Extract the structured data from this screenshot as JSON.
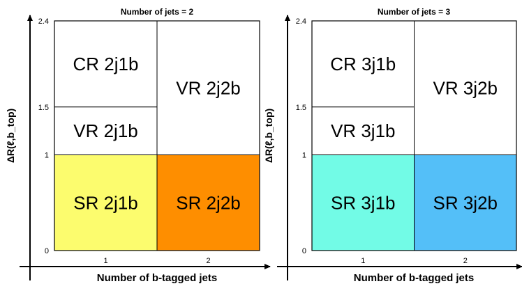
{
  "figure": {
    "panels": [
      {
        "title": "Number of jets = 2",
        "xlabel": "Number of b-tagged jets",
        "ylabel": "ΔR(ℓ,b_top)",
        "yticks": [
          {
            "value": 0,
            "label": "0"
          },
          {
            "value": 1,
            "label": "1"
          },
          {
            "value": 1.5,
            "label": "1.5"
          },
          {
            "value": 2.4,
            "label": "2.4"
          }
        ],
        "xticks": [
          {
            "value": 1,
            "label": "1"
          },
          {
            "value": 2,
            "label": "2"
          }
        ],
        "regions": [
          {
            "label": "CR 2j1b",
            "col": 1,
            "ymin": 1.5,
            "ymax": 2.4,
            "color": "#ffffff"
          },
          {
            "label": "VR 2j1b",
            "col": 1,
            "ymin": 1.0,
            "ymax": 1.5,
            "color": "#ffffff"
          },
          {
            "label": "SR 2j1b",
            "col": 1,
            "ymin": 0.0,
            "ymax": 1.0,
            "color": "#fcfc6e"
          },
          {
            "label": "VR 2j2b",
            "col": 2,
            "ymin": 1.0,
            "ymax": 2.4,
            "color": "#ffffff"
          },
          {
            "label": "SR 2j2b",
            "col": 2,
            "ymin": 0.0,
            "ymax": 1.0,
            "color": "#fe8e00"
          }
        ]
      },
      {
        "title": "Number of jets = 3",
        "xlabel": "Number of b-tagged jets",
        "ylabel": "ΔR(ℓ,b_top)",
        "yticks": [
          {
            "value": 0,
            "label": "0"
          },
          {
            "value": 1,
            "label": "1"
          },
          {
            "value": 1.5,
            "label": "1.5"
          },
          {
            "value": 2.4,
            "label": "2.4"
          }
        ],
        "xticks": [
          {
            "value": 1,
            "label": "1"
          },
          {
            "value": 2,
            "label": "2"
          }
        ],
        "regions": [
          {
            "label": "CR 3j1b",
            "col": 1,
            "ymin": 1.5,
            "ymax": 2.4,
            "color": "#ffffff"
          },
          {
            "label": "VR 3j1b",
            "col": 1,
            "ymin": 1.0,
            "ymax": 1.5,
            "color": "#ffffff"
          },
          {
            "label": "SR 3j1b",
            "col": 1,
            "ymin": 0.0,
            "ymax": 1.0,
            "color": "#72fbe6"
          },
          {
            "label": "VR 3j2b",
            "col": 2,
            "ymin": 1.0,
            "ymax": 2.4,
            "color": "#ffffff"
          },
          {
            "label": "SR 3j2b",
            "col": 2,
            "ymin": 0.0,
            "ymax": 1.0,
            "color": "#54bff8"
          }
        ]
      }
    ]
  }
}
